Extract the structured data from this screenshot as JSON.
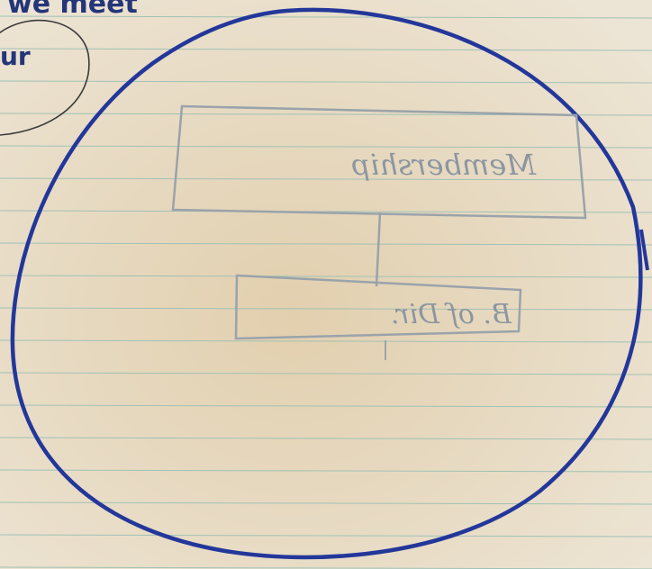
{
  "scene": {
    "paper_color": "#e7dcc8",
    "rule_color": "#9fc2b6",
    "ink_color": "#24357a",
    "pencil_color": "#8c96a0"
  },
  "notes": {
    "top_fragment": "we meet",
    "left_fragment": "ur",
    "upper_box_text": "Membership",
    "lower_box_text": "B. of Dir."
  }
}
